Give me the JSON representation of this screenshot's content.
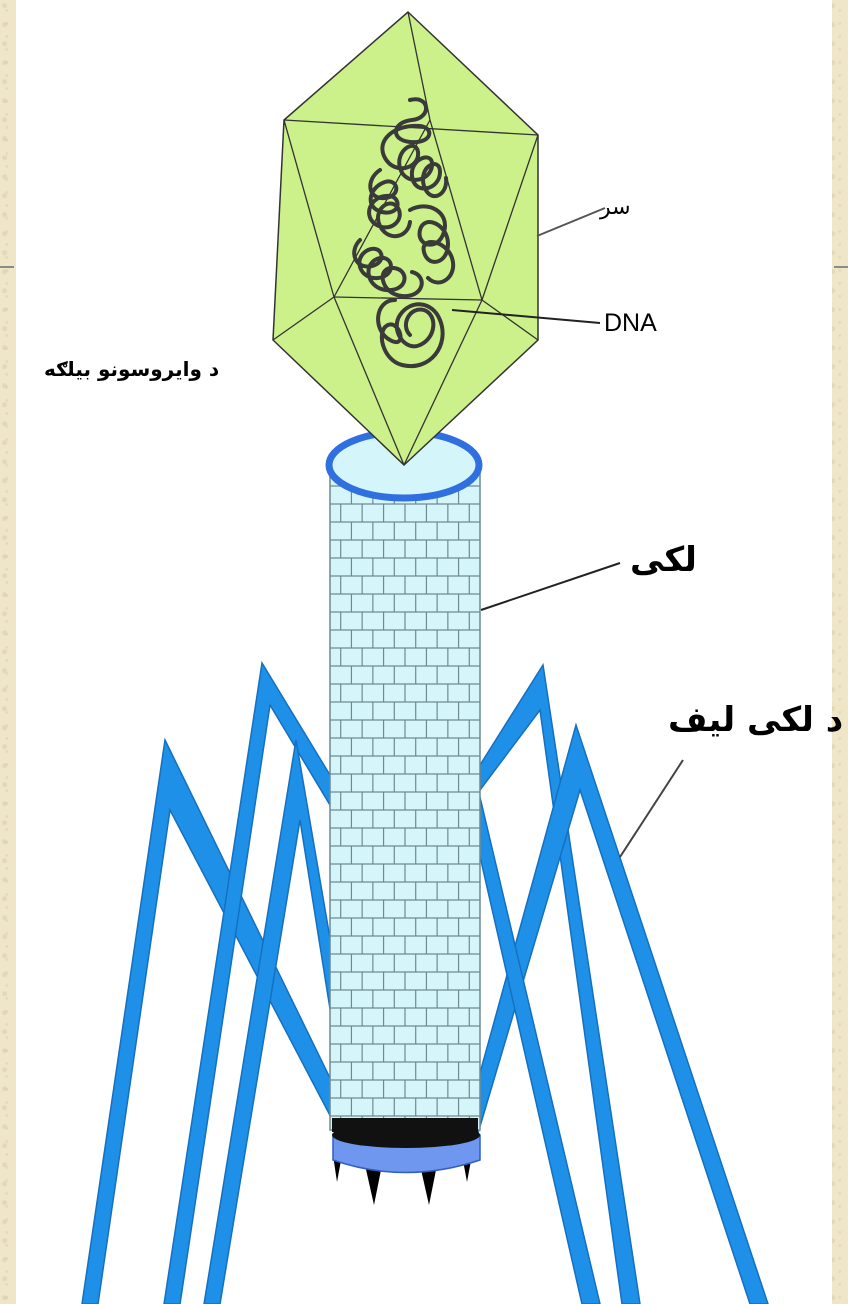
{
  "labels": {
    "head": "سر",
    "dna": "DNA",
    "title": "د وایروسونو بیلګه",
    "tail": "لکی",
    "tail_fibers": "د لکی لیف"
  },
  "colors": {
    "background": "#efe6c8",
    "capsid_fill": "#ccf08a",
    "tail_fill": "#d4f6fb",
    "tail_grid": "#6d8a8f",
    "collar": "#2f6fe0",
    "fibers": "#1e90e8",
    "baseplate": "#6f97f0"
  }
}
